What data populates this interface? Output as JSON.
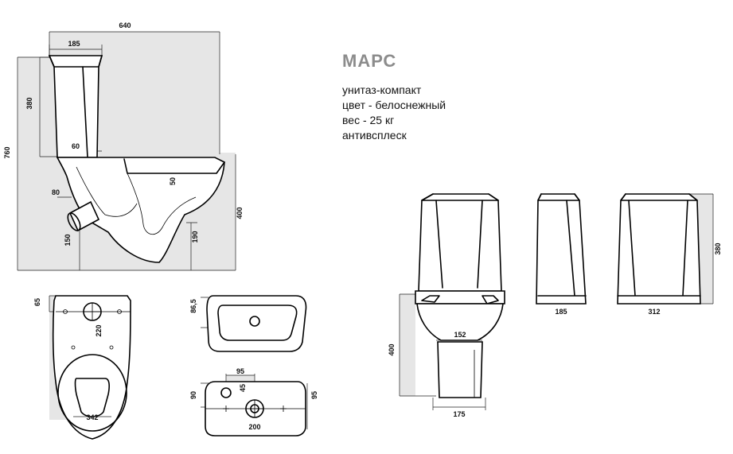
{
  "product": {
    "title": "МАРС",
    "specs": [
      "унитаз-компакт",
      "цвет - белоснежный",
      "вес - 25 кг",
      "антивсплеск"
    ]
  },
  "dimensions": {
    "side_width": "640",
    "tank_depth": "185",
    "tank_height": "380",
    "total_height": "760",
    "offset_60": "60",
    "offset_80": "80",
    "rim_50": "50",
    "bowl_height": "400",
    "outlet_150": "150",
    "outlet_190": "190",
    "top_65": "65",
    "top_220": "220",
    "top_342": "342",
    "tank_inner_86_5": "86,5",
    "bottom_95_top": "95",
    "bottom_45": "45",
    "bottom_90": "90",
    "bottom_95_right": "95",
    "bottom_200": "200",
    "front_152": "152",
    "front_400": "400",
    "front_175": "175",
    "tank_side_185": "185",
    "tank_front_312": "312",
    "tank_front_380": "380"
  }
}
